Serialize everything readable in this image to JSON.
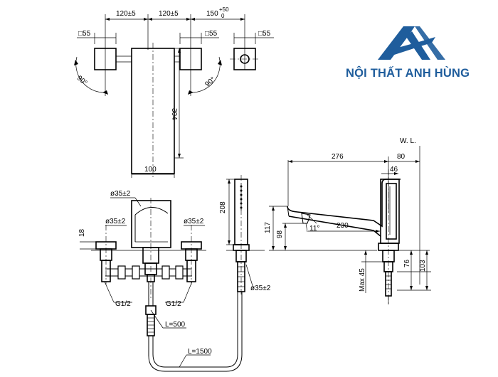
{
  "brand": {
    "name": "NỘI THẤT ANH HÙNG",
    "color": "#1f5d9c"
  },
  "top_view": {
    "spacing_left": "120±5",
    "spacing_mid": "120±5",
    "spacing_right_base": "150",
    "spacing_right_tol_upper": "+50",
    "spacing_right_tol_lower": "0",
    "sq_left": "□55",
    "sq_mid": "□55",
    "sq_right": "□55",
    "angle_left": "90°",
    "angle_right": "90°",
    "body_height": "304",
    "body_width": "100"
  },
  "front_view": {
    "dia_spout": "ø35±2",
    "dia_left": "ø35±2",
    "dia_right": "ø35±2",
    "dia_shower": "ø35±2",
    "deck_offset": "18",
    "shower_length": "208",
    "thread_left": "G1/2",
    "thread_right": "G1/2",
    "hose_length_short": "L=500",
    "hose_length_long": "L=1500"
  },
  "side_view": {
    "water_level": "W. L.",
    "reach": "276",
    "rear_offset": "80",
    "rear_inner": "46",
    "height_total": "117",
    "height_outlet": "98",
    "outlet_angle": "11°",
    "outlet_reach": "230",
    "below_deck": "76",
    "below_total": "103",
    "max_thickness": "Max 45"
  }
}
